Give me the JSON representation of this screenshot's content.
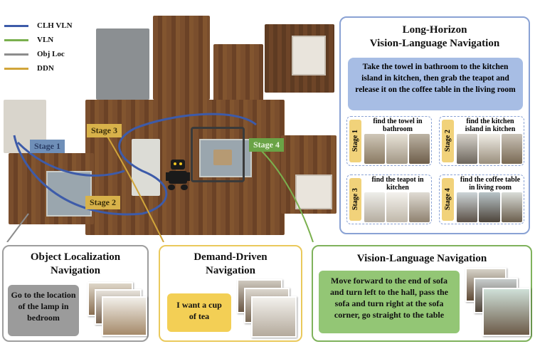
{
  "legend": [
    {
      "label": "CLH VLN",
      "color": "#3d5ba9"
    },
    {
      "label": "VLN",
      "color": "#7ab04e"
    },
    {
      "label": "Obj Loc",
      "color": "#8c8c8c"
    },
    {
      "label": "DDN",
      "color": "#d1a53a"
    }
  ],
  "stages": {
    "s1": "Stage 1",
    "s2": "Stage 2",
    "s3": "Stage 3",
    "s4": "Stage 4"
  },
  "long_horizon": {
    "title_line1": "Long-Horizon",
    "title_line2": "Vision-Language Navigation",
    "instruction": "Take the towel in bathroom to the kitchen island in kitchen, then grab the teapot and release it on the coffee table in the living room",
    "substeps": [
      {
        "stage": "Stage 1",
        "text": "find the towel in bathroom"
      },
      {
        "stage": "Stage 2",
        "text": "find the kitchen island in kitchen"
      },
      {
        "stage": "Stage 3",
        "text": "find the teapot in kitchen"
      },
      {
        "stage": "Stage 4",
        "text": "find the coffee table in living room"
      }
    ]
  },
  "object_loc": {
    "title_line1": "Object Localization",
    "title_line2": "Navigation",
    "instruction": "Go to the location of the lamp in bedroom"
  },
  "ddn": {
    "title_line1": "Demand-Driven",
    "title_line2": "Navigation",
    "instruction": "I want a cup of tea"
  },
  "vln": {
    "title": "Vision-Language Navigation",
    "instruction": "Move forward to the end of sofa and turn left to the hall, pass the sofa and turn right at the sofa corner, go straight to the table"
  }
}
